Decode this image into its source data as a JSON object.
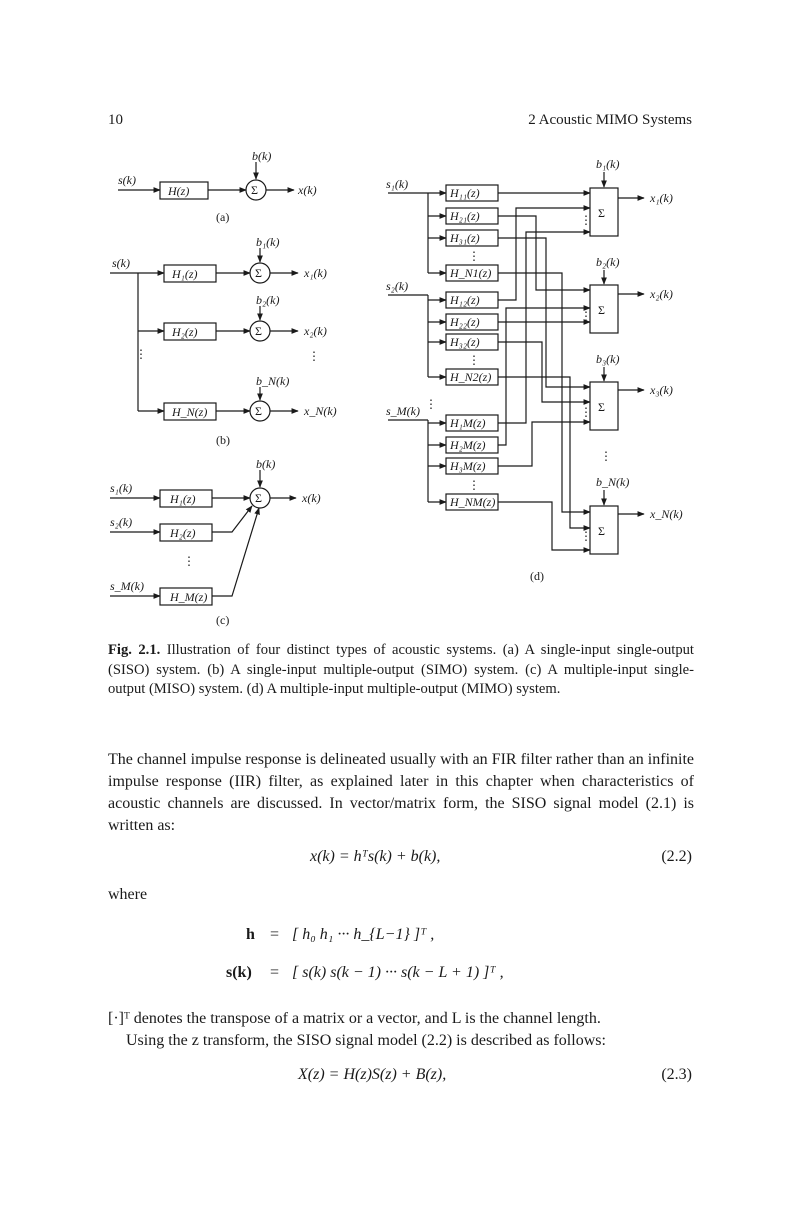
{
  "header": {
    "page_number": "10",
    "chapter_title": "2 Acoustic MIMO Systems"
  },
  "figure": {
    "panel_a": {
      "input": "s(k)",
      "filter": "H(z)",
      "noise": "b(k)",
      "sum": "Σ",
      "output": "x(k)",
      "tag": "(a)"
    },
    "panel_b": {
      "input": "s(k)",
      "filters": [
        "H₁(z)",
        "H₂(z)",
        "H_N(z)"
      ],
      "noises": [
        "b₁(k)",
        "b₂(k)",
        "b_N(k)"
      ],
      "outputs": [
        "x₁(k)",
        "x₂(k)",
        "x_N(k)"
      ],
      "sum": "Σ",
      "tag": "(b)"
    },
    "panel_c": {
      "inputs": [
        "s₁(k)",
        "s₂(k)",
        "s_M(k)"
      ],
      "filters": [
        "H₁(z)",
        "H₂(z)",
        "H_M(z)"
      ],
      "noise": "b(k)",
      "output": "x(k)",
      "sum": "Σ",
      "tag": "(c)"
    },
    "panel_d": {
      "inputs": [
        "s₁(k)",
        "s₂(k)",
        "s_M(k)"
      ],
      "group1": [
        "H₁₁(z)",
        "H₂₁(z)",
        "H₃₁(z)",
        "H_N1(z)"
      ],
      "group2": [
        "H₁₂(z)",
        "H₂₂(z)",
        "H₃₂(z)",
        "H_N2(z)"
      ],
      "groupM": [
        "H₁M(z)",
        "H₂M(z)",
        "H₃M(z)",
        "H_NM(z)"
      ],
      "noises": [
        "b₁(k)",
        "b₂(k)",
        "b₃(k)",
        "b_N(k)"
      ],
      "outputs": [
        "x₁(k)",
        "x₂(k)",
        "x₃(k)",
        "x_N(k)"
      ],
      "sum": "Σ",
      "tag": "(d)"
    }
  },
  "caption": {
    "label": "Fig. 2.1.",
    "text": "Illustration of four distinct types of acoustic systems. (a) A single-input single-output (SISO) system. (b) A single-input multiple-output (SIMO) system. (c) A multiple-input single-output (MISO) system. (d) A multiple-input multiple-output (MIMO) system."
  },
  "body": {
    "paragraph1": "The channel impulse response is delineated usually with an FIR filter rather than an infinite impulse response (IIR) filter, as explained later in this chapter when characteristics of acoustic channels are discussed. In vector/matrix form, the SISO signal model (2.1) is written as:",
    "eq22": "x(k) = hᵀs(k) + b(k),",
    "eq22_num": "(2.2)",
    "where": "where",
    "h_lhs": "h",
    "h_rhs": "[ h₀  h₁  ···  h_{L−1} ]ᵀ ,",
    "s_lhs": "s(k)",
    "s_rhs": "[ s(k)  s(k − 1)  ···  s(k − L + 1) ]ᵀ ,",
    "equals": "=",
    "transpose_note": "[·]ᵀ denotes the transpose of a matrix or a vector, and L is the channel length.",
    "ztransform_intro": "Using the z transform, the SISO signal model (2.2) is described as follows:",
    "eq23": "X(z) = H(z)S(z) + B(z),",
    "eq23_num": "(2.3)"
  }
}
